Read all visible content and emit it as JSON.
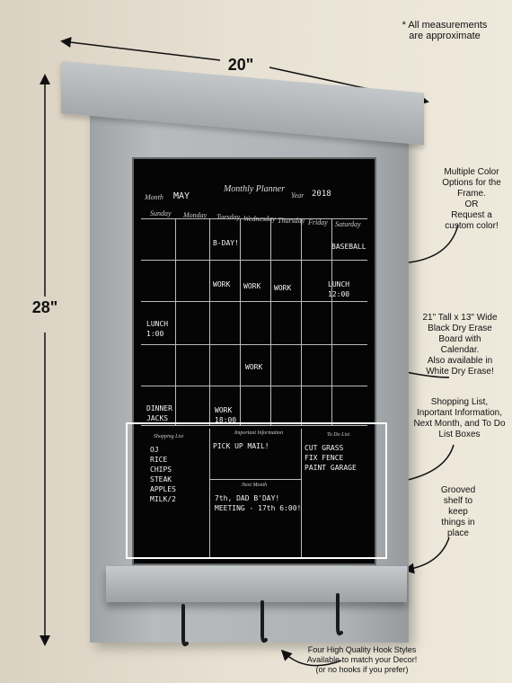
{
  "notes": {
    "measurements": "* All measurements\nare approximate",
    "width": "20\"",
    "height": "28\"",
    "colors": "Multiple Color\nOptions for the\nFrame.\nOR\nRequest a\ncustom color!",
    "size": "21\" Tall x 13\" Wide\nBlack Dry Erase\nBoard with\nCalendar.\nAlso available in\nWhite Dry Erase!",
    "boxes": "Shopping List,\nInportant Information,\nNext Month, and To Do\nList Boxes",
    "shelf": "Grooved\nshelf to\nkeep\nthings in\nplace",
    "hooks": "Four High Quality Hook Styles\nAvailable to match your Decor!\n(or no hooks if you prefer)"
  },
  "board": {
    "title": "Monthly Planner",
    "month_label": "Month",
    "month_value": "MAY",
    "year_label": "Year",
    "year_value": "2018",
    "weekdays": [
      "Sunday",
      "Monday",
      "Tuesday",
      "Wednesday",
      "Thursday",
      "Friday",
      "Saturday"
    ],
    "entries": {
      "b_day": "B-DAY!",
      "baseball": "BASEBALL",
      "work1": "WORK",
      "work2": "WORK",
      "work3": "WORK",
      "lunch_sat": "LUNCH\n12:00",
      "lunch_sun": "LUNCH\n1:00",
      "work4": "WORK",
      "dinner": "DINNER\nJACKS",
      "work5": "WORK\n18:00"
    },
    "shopping_title": "Shopping List",
    "shopping_items": "OJ\nRICE\nCHIPS\nSTEAK\nAPPLES\nMILK/2",
    "info_title": "Important Information",
    "info_text": "PICK UP MAIL!",
    "todo_title": "To Do List",
    "todo_items": "CUT GRASS\nFIX FENCE\nPAINT GARAGE",
    "next_title": "Next Month",
    "next_text": "7th, DAD B'DAY!\nMEETING - 17th 6:00!"
  }
}
